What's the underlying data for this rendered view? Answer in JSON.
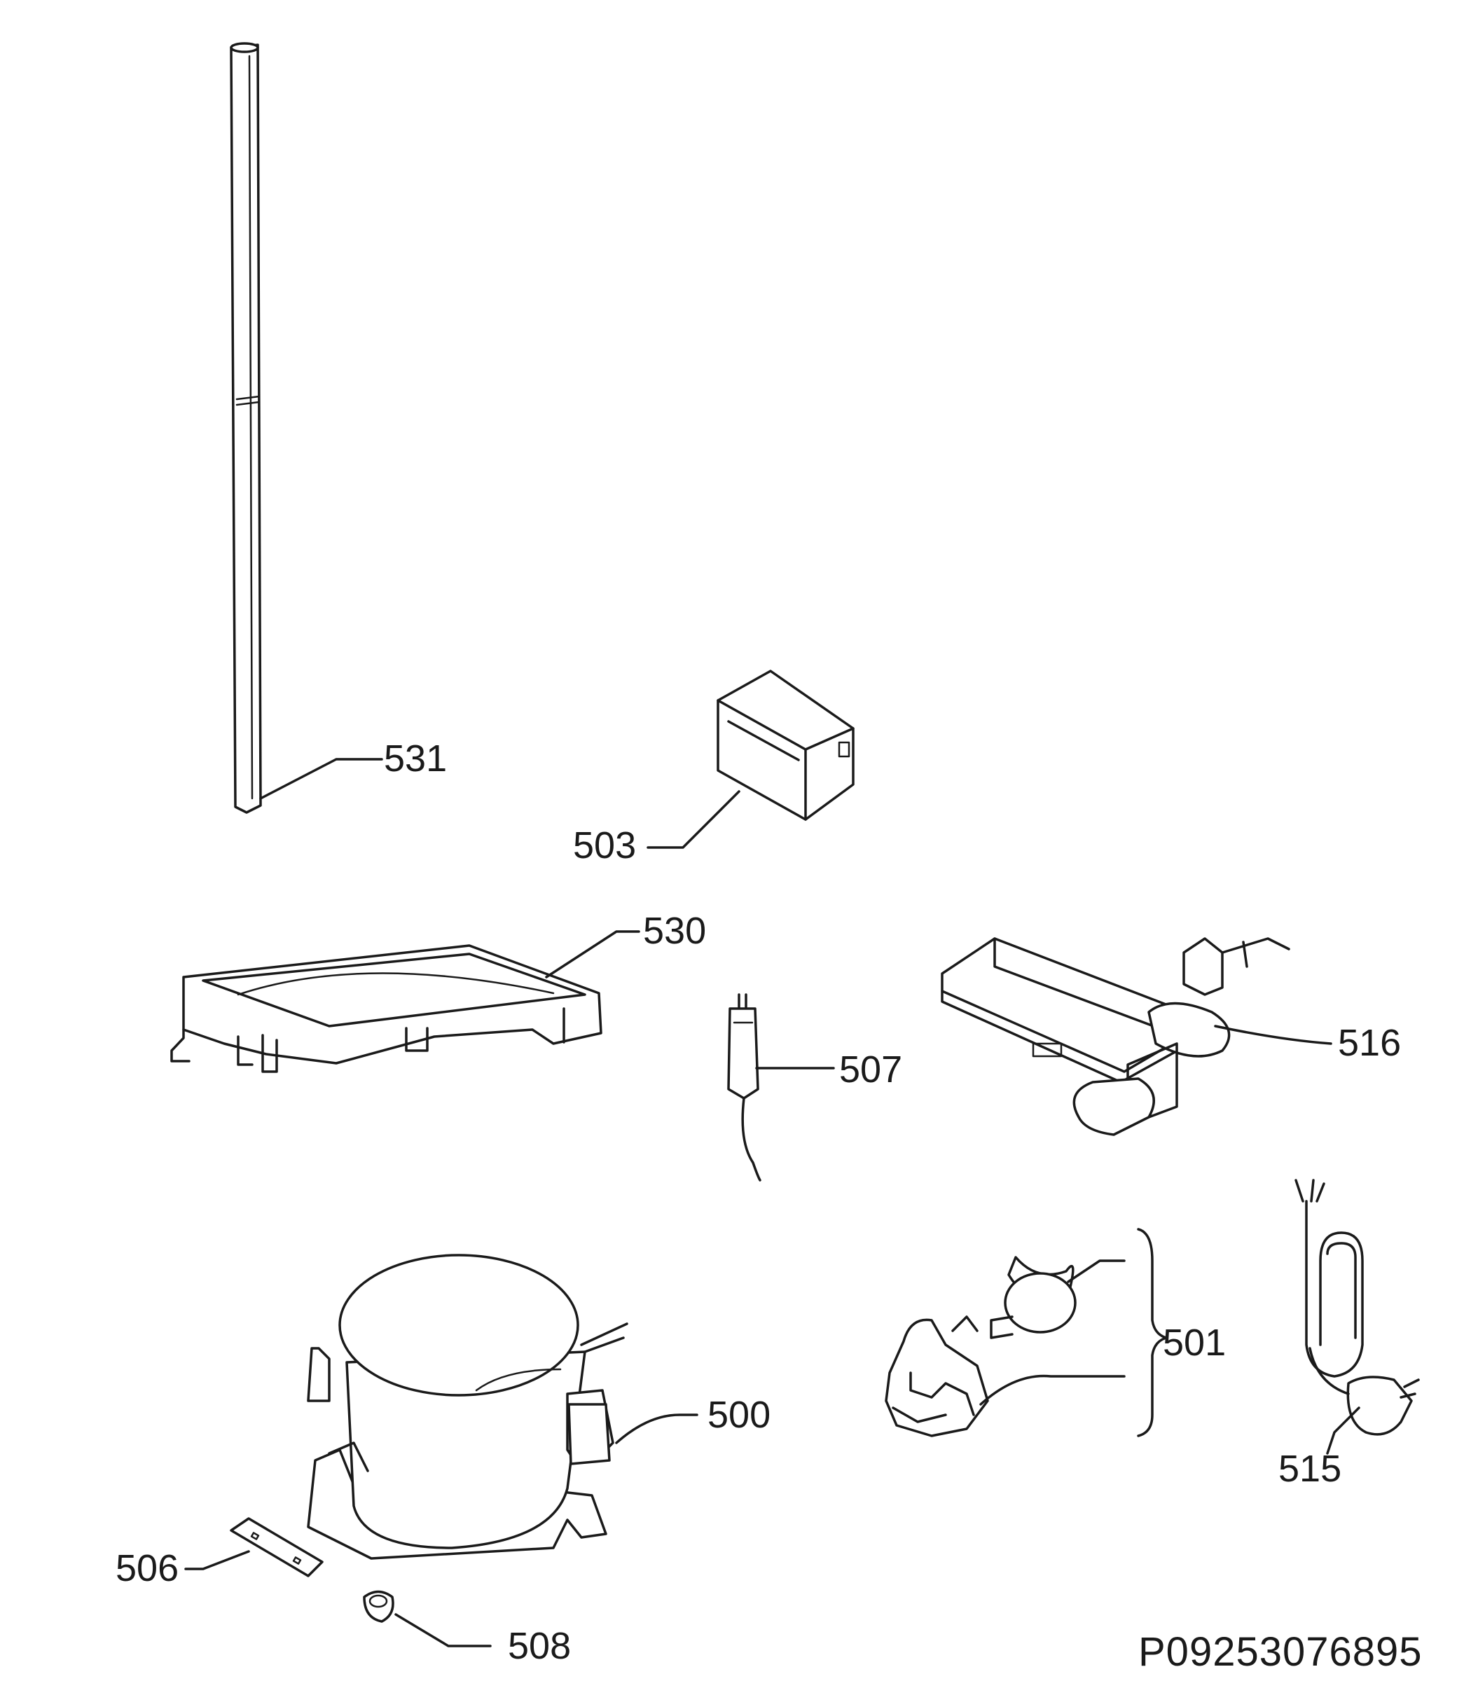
{
  "callouts": {
    "p531": "531",
    "p503": "503",
    "p530": "530",
    "p507": "507",
    "p516": "516",
    "p501": "501",
    "p500": "500",
    "p515": "515",
    "p506": "506",
    "p508": "508"
  },
  "drawing_number": "P09253076895",
  "colors": {
    "line": "#1a1a1a",
    "background": "#ffffff"
  }
}
